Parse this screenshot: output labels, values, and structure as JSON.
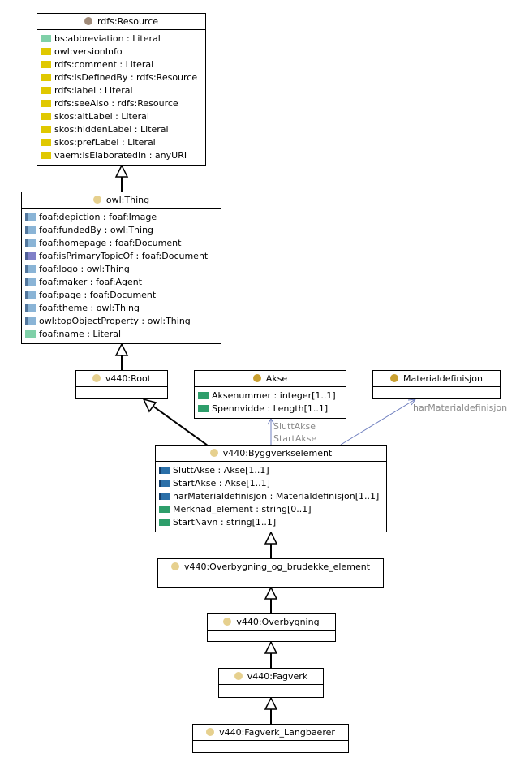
{
  "colors": {
    "resource_dot": "#a08a78",
    "thing_dot": "#e6d08e",
    "class_dot": "#e6d08e",
    "akse_dot": "#c9a030",
    "annotation_swatch": "#e0c800",
    "literal_swatch": "#7fd0a8",
    "object_swatch": "#8ab4d6",
    "object_swatch_alt": "#8080c8",
    "datatype_swatch": "#2e9e6b",
    "obj_prop_swatch": "#2a6fa8",
    "assoc_line": "#6f7fbf"
  },
  "classes": {
    "rdfs_resource": {
      "name": "rdfs:Resource",
      "attrs": [
        {
          "text": "bs:abbreviation : Literal",
          "kind": "literal"
        },
        {
          "text": "owl:versionInfo",
          "kind": "annotation"
        },
        {
          "text": "rdfs:comment : Literal",
          "kind": "annotation"
        },
        {
          "text": "rdfs:isDefinedBy : rdfs:Resource",
          "kind": "annotation"
        },
        {
          "text": "rdfs:label : Literal",
          "kind": "annotation"
        },
        {
          "text": "rdfs:seeAlso : rdfs:Resource",
          "kind": "annotation"
        },
        {
          "text": "skos:altLabel : Literal",
          "kind": "annotation"
        },
        {
          "text": "skos:hiddenLabel : Literal",
          "kind": "annotation"
        },
        {
          "text": "skos:prefLabel : Literal",
          "kind": "annotation"
        },
        {
          "text": "vaem:isElaboratedIn : anyURI",
          "kind": "annotation"
        }
      ]
    },
    "owl_thing": {
      "name": "owl:Thing",
      "attrs": [
        {
          "text": "foaf:depiction : foaf:Image",
          "kind": "object"
        },
        {
          "text": "foaf:fundedBy : owl:Thing",
          "kind": "object"
        },
        {
          "text": "foaf:homepage : foaf:Document",
          "kind": "object"
        },
        {
          "text": "foaf:isPrimaryTopicOf : foaf:Document",
          "kind": "object_alt"
        },
        {
          "text": "foaf:logo : owl:Thing",
          "kind": "object"
        },
        {
          "text": "foaf:maker : foaf:Agent",
          "kind": "object"
        },
        {
          "text": "foaf:page : foaf:Document",
          "kind": "object"
        },
        {
          "text": "foaf:theme : owl:Thing",
          "kind": "object"
        },
        {
          "text": "owl:topObjectProperty : owl:Thing",
          "kind": "object"
        },
        {
          "text": "foaf:name : Literal",
          "kind": "literal"
        }
      ]
    },
    "v440_root": {
      "name": "v440:Root",
      "attrs": []
    },
    "akse": {
      "name": "Akse",
      "attrs": [
        {
          "text": "Aksenummer : integer[1..1]",
          "kind": "datatype"
        },
        {
          "text": "Spennvidde : Length[1..1]",
          "kind": "datatype"
        }
      ]
    },
    "materialdefinisjon": {
      "name": "Materialdefinisjon",
      "attrs": []
    },
    "byggverkselement": {
      "name": "v440:Byggverkselement",
      "attrs": [
        {
          "text": "SluttAkse : Akse[1..1]",
          "kind": "obj_prop"
        },
        {
          "text": "StartAkse : Akse[1..1]",
          "kind": "obj_prop"
        },
        {
          "text": "harMaterialdefinisjon : Materialdefinisjon[1..1]",
          "kind": "obj_prop"
        },
        {
          "text": "Merknad_element : string[0..1]",
          "kind": "datatype"
        },
        {
          "text": "StartNavn : string[1..1]",
          "kind": "datatype"
        }
      ]
    },
    "overbygning_og_brudekke": {
      "name": "v440:Overbygning_og_brudekke_element",
      "attrs": []
    },
    "overbygning": {
      "name": "v440:Overbygning",
      "attrs": []
    },
    "fagverk": {
      "name": "v440:Fagverk",
      "attrs": []
    },
    "fagverk_langbaerer": {
      "name": "v440:Fagverk_Langbaerer",
      "attrs": []
    }
  },
  "edge_labels": {
    "slutt_akse": "SluttAkse",
    "start_akse": "StartAkse",
    "har_materialdefinisjon": "harMaterialdefinisjon"
  }
}
